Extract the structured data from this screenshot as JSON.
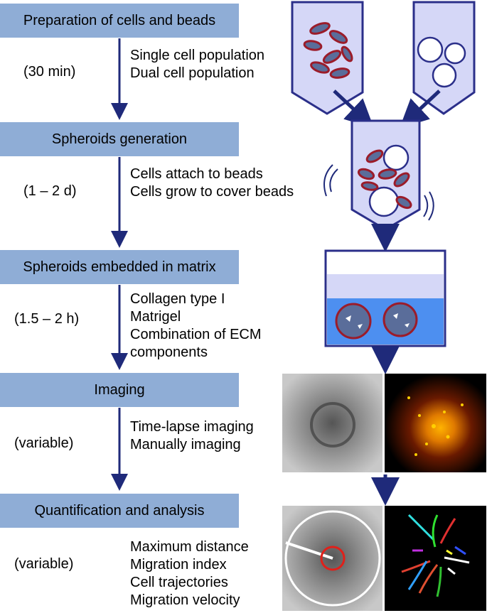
{
  "steps": [
    {
      "title": "Preparation of cells and beads",
      "duration": "(30 min)",
      "details": [
        "Single cell population",
        "Dual cell population"
      ]
    },
    {
      "title": "Spheroids generation",
      "duration": "(1 – 2 d)",
      "details": [
        "Cells attach to beads",
        "Cells grow to cover beads"
      ]
    },
    {
      "title": "Spheroids embedded in matrix",
      "duration": "(1.5 – 2 h)",
      "details": [
        "Collagen type I",
        "Matrigel",
        "Combination of ECM",
        "components"
      ]
    },
    {
      "title": "Imaging",
      "duration": "(variable)",
      "details": [
        "Time-lapse imaging",
        "Manually imaging"
      ]
    },
    {
      "title": "Quantification and analysis",
      "duration": "(variable)",
      "details": [
        "Maximum distance",
        "Migration index",
        "Cell trajectories",
        "Migration velocity"
      ]
    }
  ],
  "colors": {
    "step_box": "#8fadd6",
    "arrow": "#1f2a7a",
    "tube_fill": "#d5d7f7",
    "tube_stroke": "#2b2f8a",
    "cell_fill": "#5a6d9a",
    "cell_edge": "#9b1c2a",
    "medium": "#4d8ff0"
  }
}
